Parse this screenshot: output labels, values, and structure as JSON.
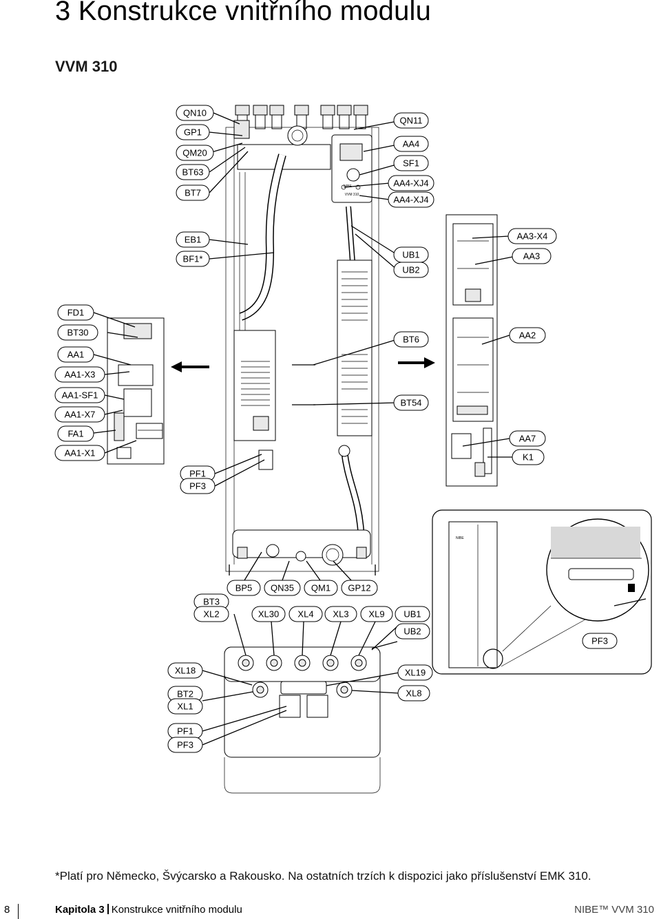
{
  "heading": {
    "title": "3 Konstrukce vnitřního modulu",
    "subtitle": "VVM 310"
  },
  "labels": {
    "qn10": "QN10",
    "gp1": "GP1",
    "qm20": "QM20",
    "bt63": "BT63",
    "bt7": "BT7",
    "qn11": "QN11",
    "aa4": "AA4",
    "sf1": "SF1",
    "aa4_xj4_a": "AA4-XJ4",
    "aa4_xj4_b": "AA4-XJ4",
    "eb1": "EB1",
    "bf1": "BF1*",
    "ub1_top": "UB1",
    "ub2_top": "UB2",
    "aa3_x4": "AA3-X4",
    "aa3": "AA3",
    "fd1": "FD1",
    "bt30": "BT30",
    "aa1": "AA1",
    "aa1_x3": "AA1-X3",
    "aa1_sf1": "AA1-SF1",
    "aa1_x7": "AA1-X7",
    "fa1": "FA1",
    "aa1_x1": "AA1-X1",
    "bt6": "BT6",
    "bt54": "BT54",
    "aa2": "AA2",
    "aa7": "AA7",
    "k1": "K1",
    "pf1_mid": "PF1",
    "pf3_mid": "PF3",
    "bp5": "BP5",
    "qn35": "QN35",
    "qm1": "QM1",
    "gp12": "GP12",
    "bt3": "BT3",
    "xl2": "XL2",
    "xl30": "XL30",
    "xl4": "XL4",
    "xl3": "XL3",
    "xl9": "XL9",
    "ub1_bot": "UB1",
    "ub2_bot": "UB2",
    "pf3_detail": "PF3",
    "xl18": "XL18",
    "xl19": "XL19",
    "bt2": "BT2",
    "xl1": "XL1",
    "xl8": "XL8",
    "pf1_bot": "PF1",
    "pf3_bot": "PF3"
  },
  "device_texts": {
    "panel_brand": "NIBE",
    "panel_model": "VVM 310",
    "detail_brand": "NIBE"
  },
  "footnote": "*Platí pro Německo, Švýcarsko a Rakousko. Na ostatních trzích k dispozici jako příslušenství EMK 310.",
  "footer": {
    "page_number": "8",
    "chapter_bold": "Kapitola 3",
    "chapter_title": "Konstrukce vnitřního modulu",
    "brand": "NIBE™ VVM 310"
  }
}
